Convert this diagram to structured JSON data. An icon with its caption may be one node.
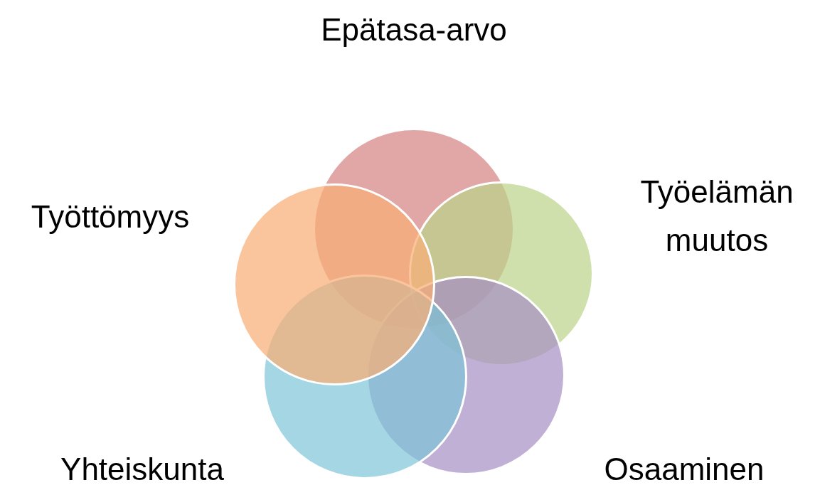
{
  "diagram": {
    "nodes": [
      {
        "text": [
          "Epätasa-arvo"
        ]
      },
      {
        "text": [
          "Työelämän muutos"
        ]
      },
      {
        "text": [
          "Työttömyys"
        ]
      },
      {
        "text": [
          "Yhteiskunta"
        ]
      },
      {
        "text": [
          "Osaaminen"
        ]
      }
    ],
    "edges": []
  }
}
